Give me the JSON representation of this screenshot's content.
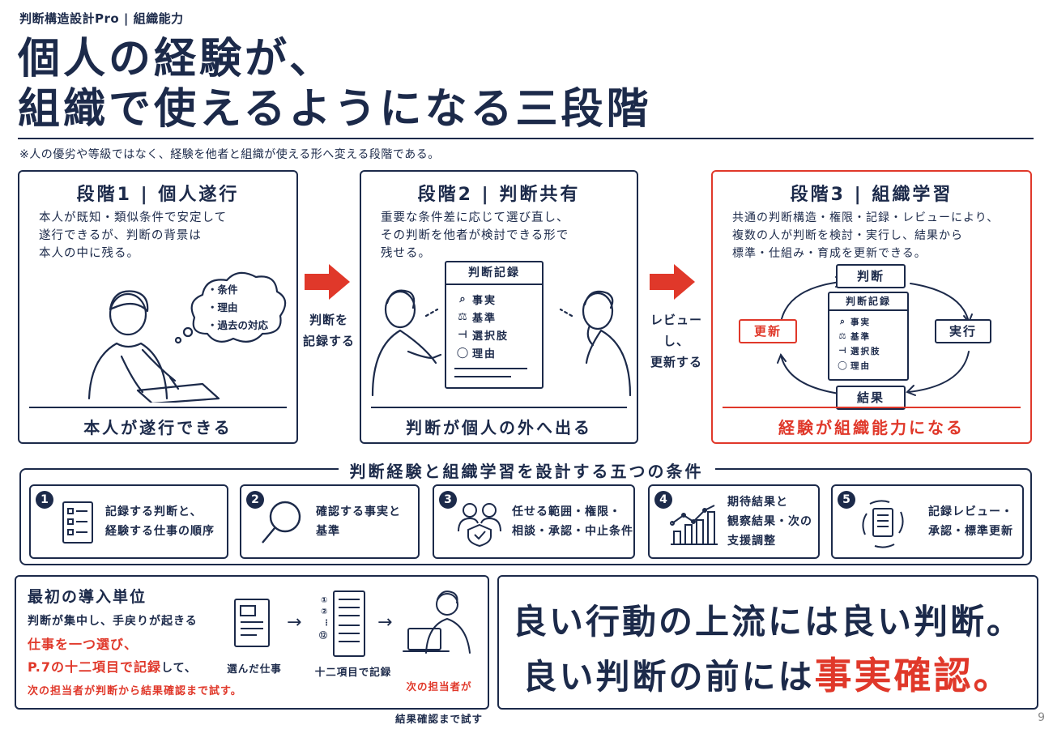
{
  "header": {
    "breadcrumb": "判断構造設計Pro | 組織能力",
    "title_line1": "個人の経験が、",
    "title_line2": "組織で使えるようになる三段階",
    "subtitle": "※人の優劣や等級ではなく、経験を他者と組織が使える形へ変える段階である。"
  },
  "stages": [
    {
      "title": "段階1 | 個人遂行",
      "desc": "本人が既知・類似条件で安定して\n遂行できるが、判断の背景は\n本人の中に残る。",
      "thought": [
        "・条件",
        "・理由",
        "・過去の対応"
      ],
      "bottom": "本人が遂行できる"
    },
    {
      "title": "段階2 | 判断共有",
      "desc": "重要な条件差に応じて選び直し、\nその判断を他者が検討できる形で\n残せる。",
      "record_title": "判断記録",
      "record_items": [
        "事実",
        "基準",
        "選択肢",
        "理由"
      ],
      "bottom": "判断が個人の外へ出る"
    },
    {
      "title": "段階3 | 組織学習",
      "desc": "共通の判断構造・権限・記録・レビューにより、\n複数の人が判断を検討・実行し、結果から\n標準・仕組み・育成を更新できる。",
      "record_title": "判断記録",
      "record_items": [
        "事実",
        "基準",
        "選択肢",
        "理由"
      ],
      "cycle": {
        "top": "判断",
        "right": "実行",
        "bottom": "結果",
        "left": "更新"
      },
      "bottom": "経験が組織能力になる"
    }
  ],
  "arrows": [
    {
      "label": "判断を\n記録する"
    },
    {
      "label": "レビューし、\n更新する"
    }
  ],
  "conditions": {
    "heading": "判断経験と組織学習を設計する五つの条件",
    "items": [
      {
        "num": "1",
        "text": "記録する判断と、\n経験する仕事の順序"
      },
      {
        "num": "2",
        "text": "確認する事実と\n基準"
      },
      {
        "num": "3",
        "text": "任せる範囲・権限・\n相談・承認・中止条件"
      },
      {
        "num": "4",
        "text": "期待結果と\n観察結果・次の\n支援調整"
      },
      {
        "num": "5",
        "text": "記録レビュー・\n承認・標準更新"
      }
    ]
  },
  "intro": {
    "title": "最初の導入単位",
    "line1": "判断が集中し、手戻りが起きる",
    "line2": "仕事を一つ選び、",
    "line3a": "P.7の十二項目で記録",
    "line3b": "して、",
    "line4": "次の担当者が判断から結果確認まで試す。",
    "cap1": "選んだ仕事",
    "cap2": "十二項目で記録",
    "cap3a": "次の担当者が",
    "cap3b": "結果確認まで試す"
  },
  "quote": {
    "line1": "良い行動の上流には良い判断。",
    "line2a": "良い判断の前には",
    "line2b": "事実確認。"
  },
  "page_number": "9",
  "colors": {
    "navy": "#1c2a4a",
    "accent_red": "#e0382a"
  }
}
